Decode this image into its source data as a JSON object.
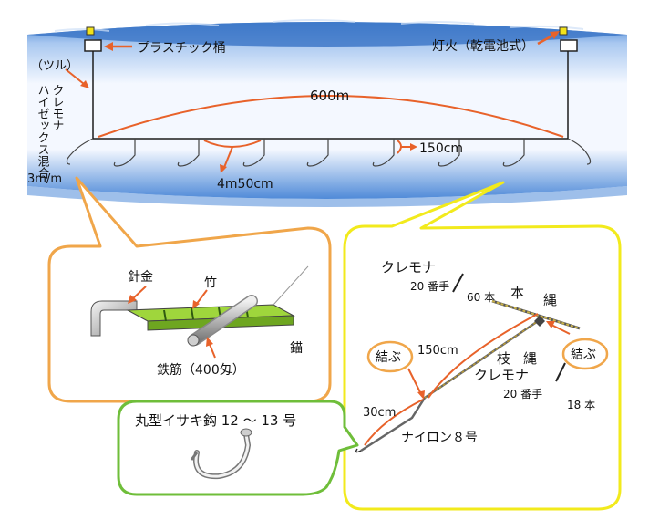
{
  "water": {
    "top_color": "#5a8fd6",
    "mid_color": "#e8f1fc",
    "line_color": "#1c1c1c",
    "orange": "#e8622a"
  },
  "labels": {
    "bucket": "プラスチック桶",
    "lamp": "灯火（乾電池式）",
    "mainline_v1": "（ツル）",
    "mainline_v2": "クレモナ",
    "mainline_v3": "ハイゼックス混合",
    "mainline_v4": "3m/m",
    "length_main": "600m",
    "spacing_branch": "150cm",
    "spacing_hook": "4m50cm",
    "wire": "針金",
    "bamboo": "竹",
    "rebar": "鉄筋（400匁）",
    "anchor": "錨",
    "main_rope_title": "クレモナ",
    "main_rope_spec1": "20 番手",
    "main_rope_spec2": "60 本",
    "main_rope_honnawa1": "本",
    "main_rope_honnawa2": "縄",
    "branch_rope_eda": "枝",
    "branch_rope_nawa": "縄",
    "branch_rope_title": "クレモナ",
    "branch_rope_spec1": "20 番手",
    "branch_rope_spec2": "18 本",
    "tie_left": "結ぶ",
    "tie_right": "結ぶ",
    "branch_len": "150cm",
    "leader_len": "30cm",
    "nylon": "ナイロン８号",
    "hook": "丸型イサキ鈎 12 ～ 13 号"
  }
}
